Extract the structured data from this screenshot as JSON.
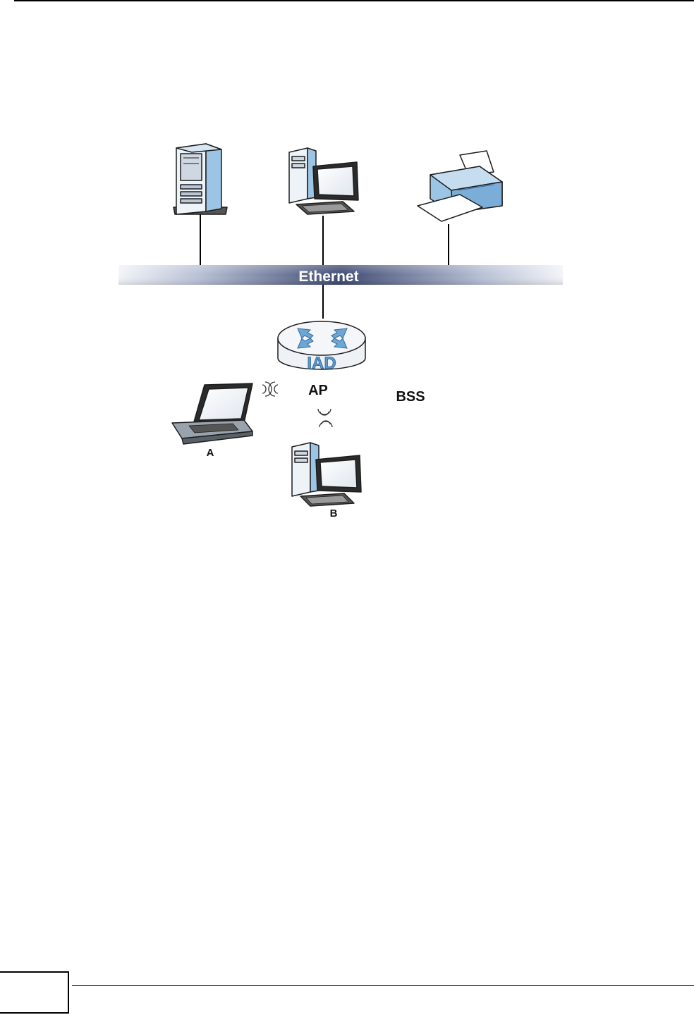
{
  "diagram": {
    "bus_label": "Ethernet",
    "router_label": "IAD",
    "ap_label": "AP",
    "bss_label": "BSS",
    "client_a_label": "A",
    "client_b_label": "B"
  },
  "colors": {
    "device_blue": "#9cc4e4",
    "device_dark": "#2b2b2b",
    "bus_center": "#3e4a72",
    "bus_edge": "#e8ecf4"
  }
}
